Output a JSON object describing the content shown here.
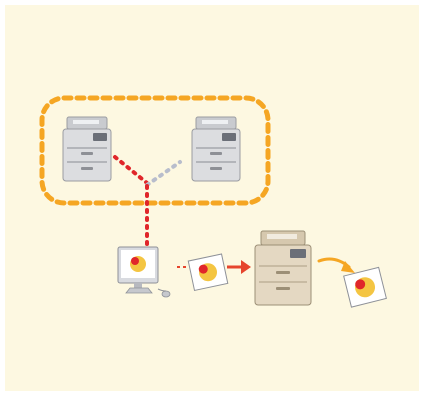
{
  "diagram": {
    "colors": {
      "background": "#fdf8e1",
      "group_outline": "#f5a623",
      "active_link": "#e0262a",
      "inactive_link": "#b8bdcc",
      "arrow_print": "#e6452d",
      "arrow_output": "#f5a623",
      "printer_grey_body": "#dcdde0",
      "printer_beige_body": "#e4d8c2"
    },
    "icons": {
      "source_printer_left": "printer-grey-icon",
      "source_printer_right": "printer-grey-icon",
      "computer": "computer-monitor-icon",
      "print_job": "document-sheet-icon",
      "output_printer": "printer-beige-icon",
      "printed_output": "document-sheet-icon"
    },
    "flow": [
      "computer",
      "print_job",
      "output_printer",
      "printed_output"
    ]
  }
}
